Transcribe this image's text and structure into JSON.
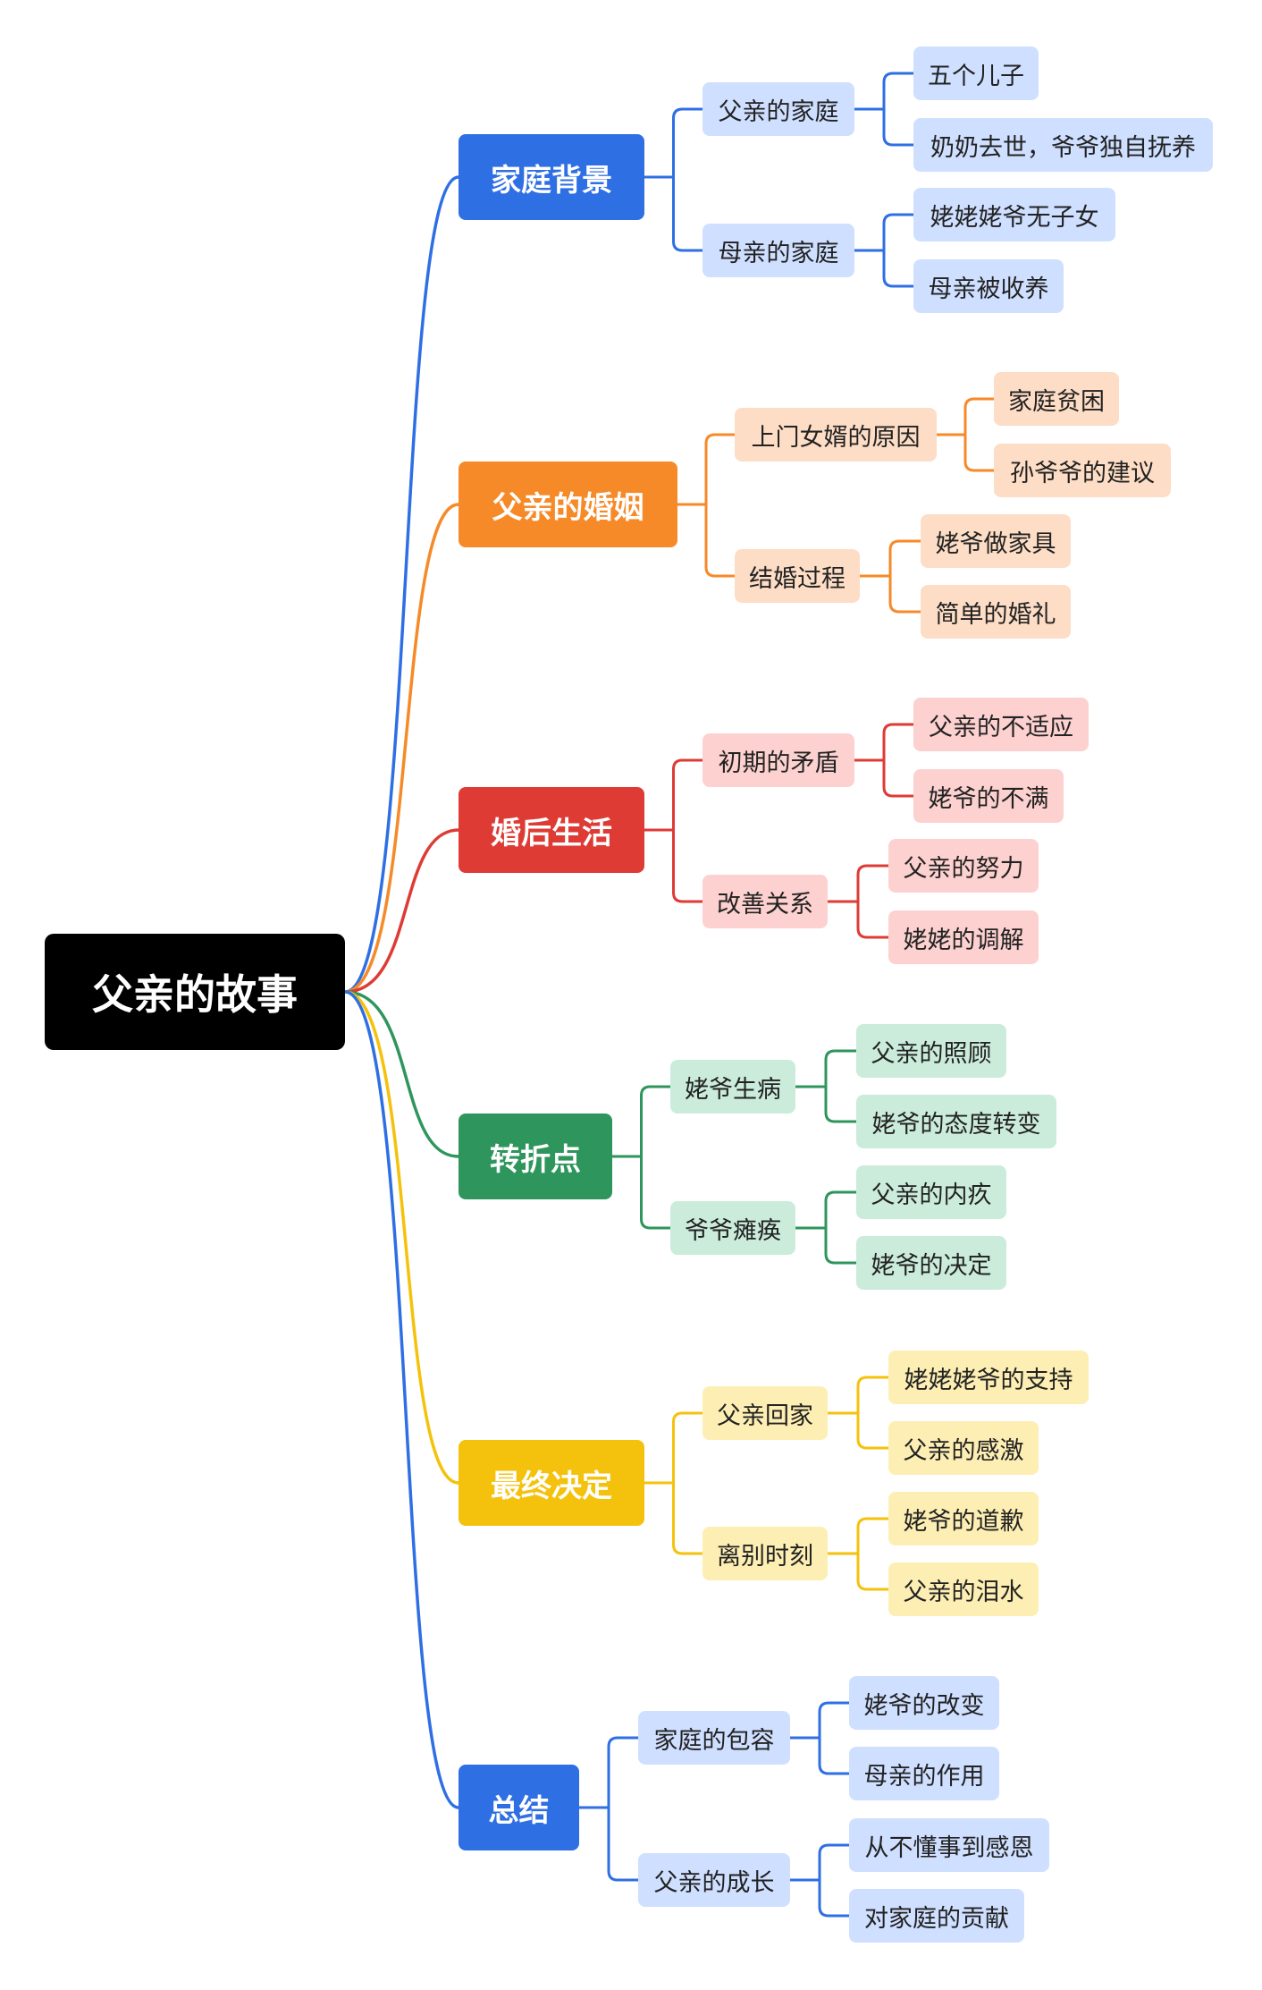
{
  "root": {
    "label": "父亲的故事"
  },
  "branches": [
    {
      "label": "家庭背景",
      "color": "#2f6fe4",
      "light": "#cfdfff",
      "children": [
        {
          "label": "父亲的家庭",
          "children": [
            {
              "label": "五个儿子"
            },
            {
              "label": "奶奶去世，爷爷独自抚养"
            }
          ]
        },
        {
          "label": "母亲的家庭",
          "children": [
            {
              "label": "姥姥姥爷无子女"
            },
            {
              "label": "母亲被收养"
            }
          ]
        }
      ]
    },
    {
      "label": "父亲的婚姻",
      "color": "#f68a28",
      "light": "#fdddc5",
      "children": [
        {
          "label": "上门女婿的原因",
          "children": [
            {
              "label": "家庭贫困"
            },
            {
              "label": "孙爷爷的建议"
            }
          ]
        },
        {
          "label": "结婚过程",
          "children": [
            {
              "label": "姥爷做家具"
            },
            {
              "label": "简单的婚礼"
            }
          ]
        }
      ]
    },
    {
      "label": "婚后生活",
      "color": "#de3b35",
      "light": "#fcd1cf",
      "children": [
        {
          "label": "初期的矛盾",
          "children": [
            {
              "label": "父亲的不适应"
            },
            {
              "label": "姥爷的不满"
            }
          ]
        },
        {
          "label": "改善关系",
          "children": [
            {
              "label": "父亲的努力"
            },
            {
              "label": "姥姥的调解"
            }
          ]
        }
      ]
    },
    {
      "label": "转折点",
      "color": "#2e955c",
      "light": "#cbecdb",
      "children": [
        {
          "label": "姥爷生病",
          "children": [
            {
              "label": "父亲的照顾"
            },
            {
              "label": "姥爷的态度转变"
            }
          ]
        },
        {
          "label": "爷爷瘫痪",
          "children": [
            {
              "label": "父亲的内疚"
            },
            {
              "label": "姥爷的决定"
            }
          ]
        }
      ]
    },
    {
      "label": "最终决定",
      "color": "#f4c20d",
      "light": "#fdeeb3",
      "children": [
        {
          "label": "父亲回家",
          "children": [
            {
              "label": "姥姥姥爷的支持"
            },
            {
              "label": "父亲的感激"
            }
          ]
        },
        {
          "label": "离别时刻",
          "children": [
            {
              "label": "姥爷的道歉"
            },
            {
              "label": "父亲的泪水"
            }
          ]
        }
      ]
    },
    {
      "label": "总结",
      "color": "#2f6fe4",
      "light": "#cfdfff",
      "children": [
        {
          "label": "家庭的包容",
          "children": [
            {
              "label": "姥爷的改变"
            },
            {
              "label": "母亲的作用"
            }
          ]
        },
        {
          "label": "父亲的成长",
          "children": [
            {
              "label": "从不懂事到感恩"
            },
            {
              "label": "对家庭的贡献"
            }
          ]
        }
      ]
    }
  ]
}
